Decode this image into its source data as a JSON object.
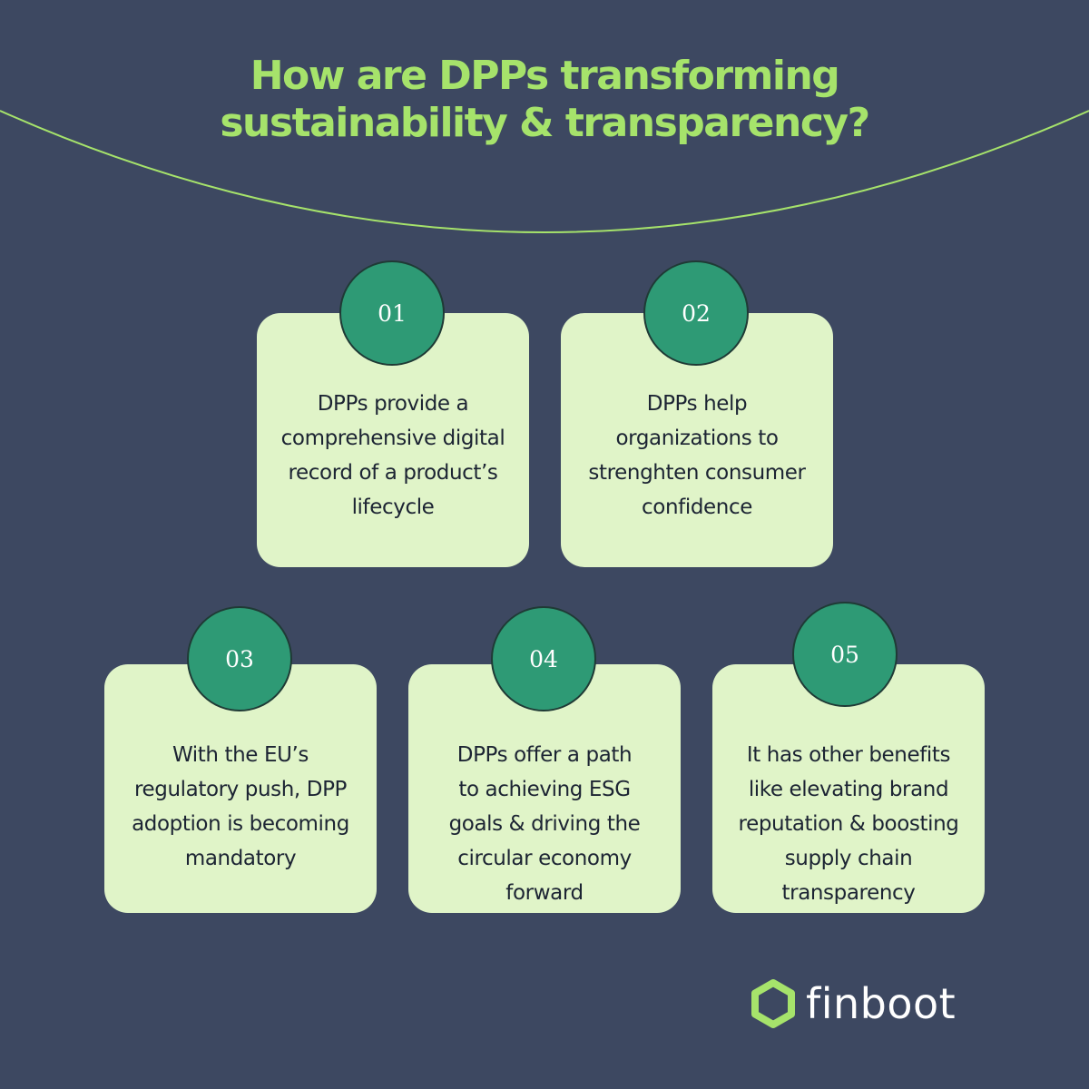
{
  "header": {
    "title_line1": "How are DPPs transforming",
    "title_line2": "sustainability & transparency?"
  },
  "cards": [
    {
      "number": "01",
      "lines": [
        "DPPs provide a",
        "comprehensive digital",
        "record of a product’s",
        "lifecycle"
      ]
    },
    {
      "number": "02",
      "lines": [
        "DPPs help",
        "organizations  to",
        "strenghten consumer",
        "confidence"
      ]
    },
    {
      "number": "03",
      "lines": [
        "With the EU’s",
        "regulatory push,  DPP",
        "adoption is becoming",
        "mandatory"
      ]
    },
    {
      "number": "04",
      "lines": [
        "DPPs offer a  path",
        "to achieving ESG",
        "goals & driving the",
        "circular economy",
        "forward"
      ]
    },
    {
      "number": "05",
      "lines": [
        "It has other benefits",
        "like elevating brand",
        "reputation & boosting",
        "supply chain",
        "transparency"
      ]
    }
  ],
  "logo": {
    "text": "finboot",
    "icon": "hexagon-logo-icon"
  },
  "colors": {
    "background": "#3d4861",
    "accent_green": "#a6e36b",
    "card": "#e0f4c8",
    "badge": "#2e9a75",
    "text_dark": "#1c2433"
  }
}
